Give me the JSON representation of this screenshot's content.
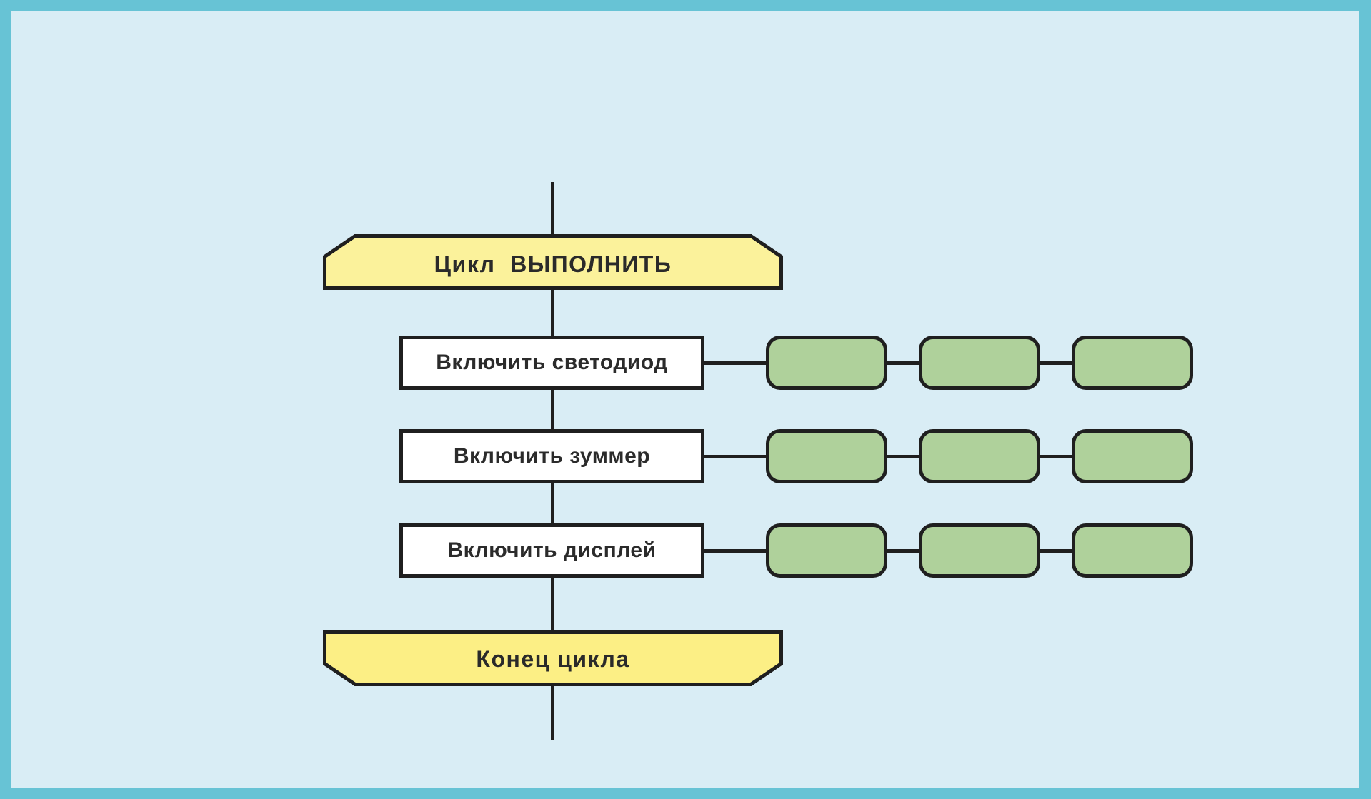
{
  "diagram": {
    "loop_start_label": "Цикл  ВЫПОЛНИТЬ",
    "loop_end_label": "Конец цикла",
    "steps": [
      {
        "label": "Включить светодиод",
        "slots": 3
      },
      {
        "label": "Включить зуммер",
        "slots": 3
      },
      {
        "label": "Включить дисплей",
        "slots": 3
      }
    ],
    "slots_per_step": 3,
    "colors": {
      "frame": "#67C3D5",
      "canvas_background": "#D9EDF5",
      "loop_banner_fill_top": "#FBF29B",
      "loop_banner_fill_bottom": "#FCEF85",
      "step_box_fill": "#FFFFFF",
      "slot_fill": "#AFD19B",
      "line_stroke": "#1F1F1F",
      "text": "#2A2A2A"
    }
  }
}
